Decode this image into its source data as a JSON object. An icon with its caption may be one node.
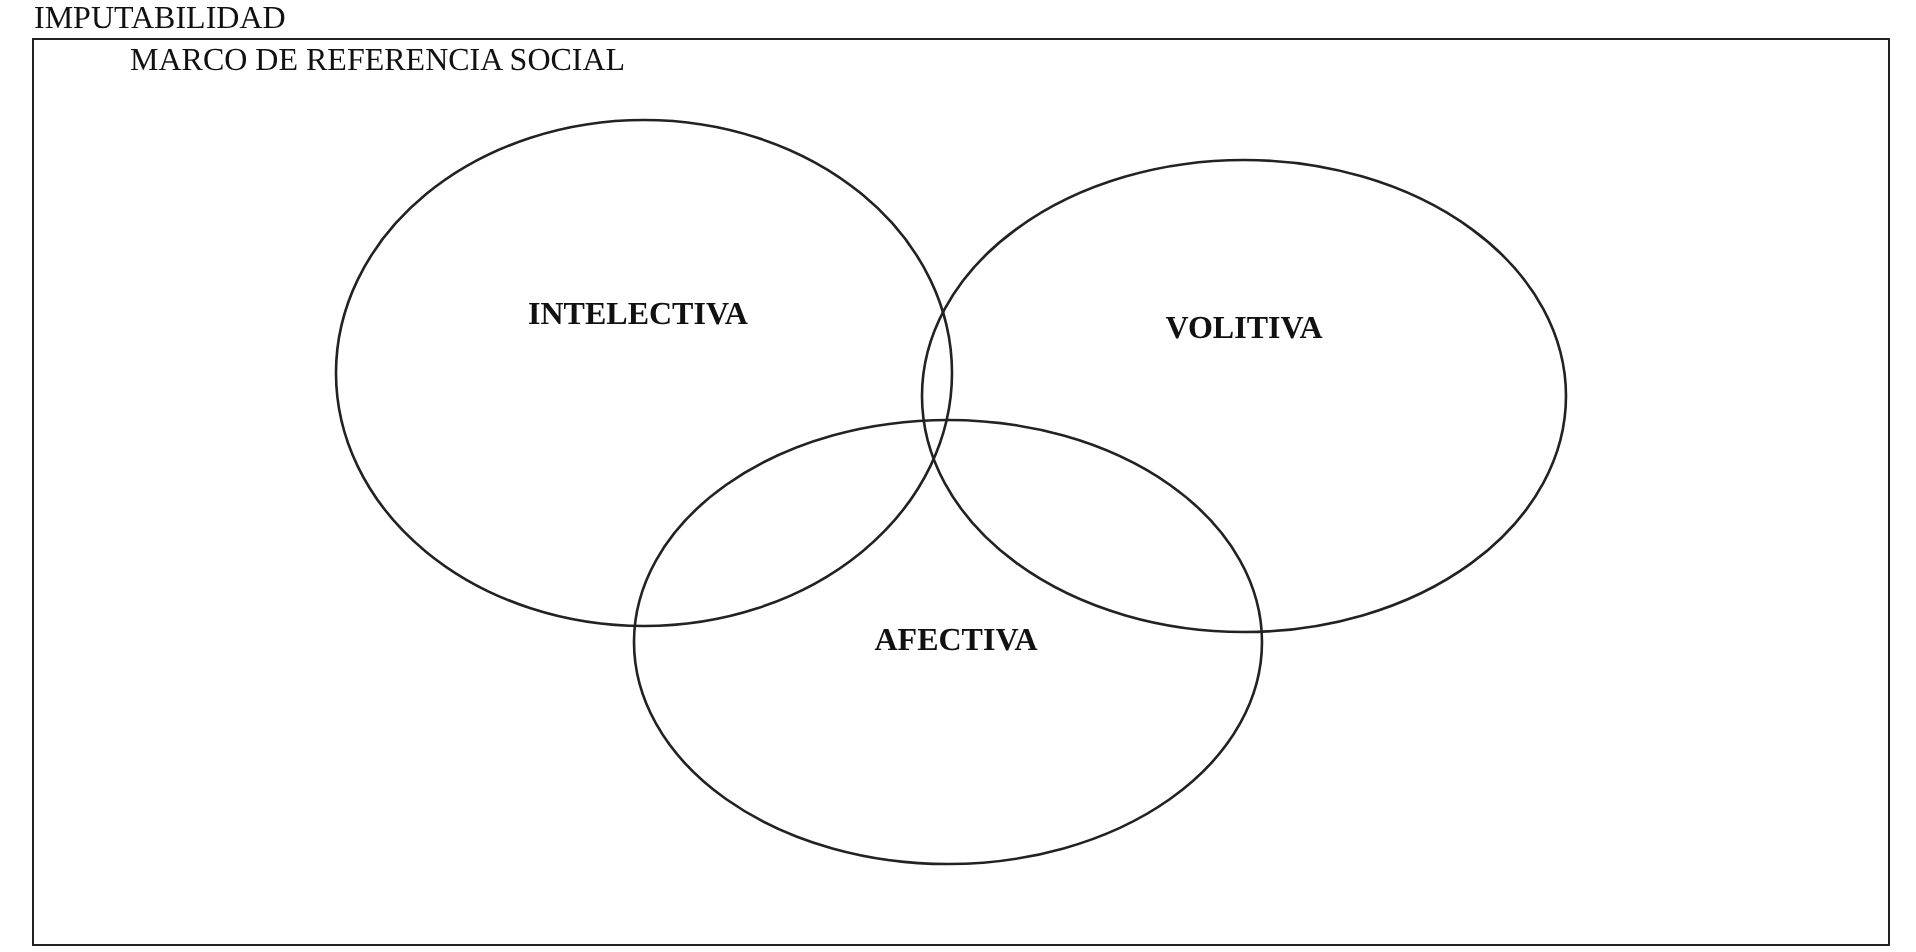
{
  "diagram": {
    "nodes": [
      {
        "text": [
          "IMPUTABILIDAD",
          "MARCO DE REFERENCIA SOCIAL"
        ]
      },
      {
        "text": [
          "INTELECTIVA"
        ],
        "in": 0
      },
      {
        "text": [
          "VOLITIVA"
        ],
        "in": 0
      },
      {
        "text": [
          "AFECTIVA"
        ],
        "in": 0
      }
    ]
  }
}
